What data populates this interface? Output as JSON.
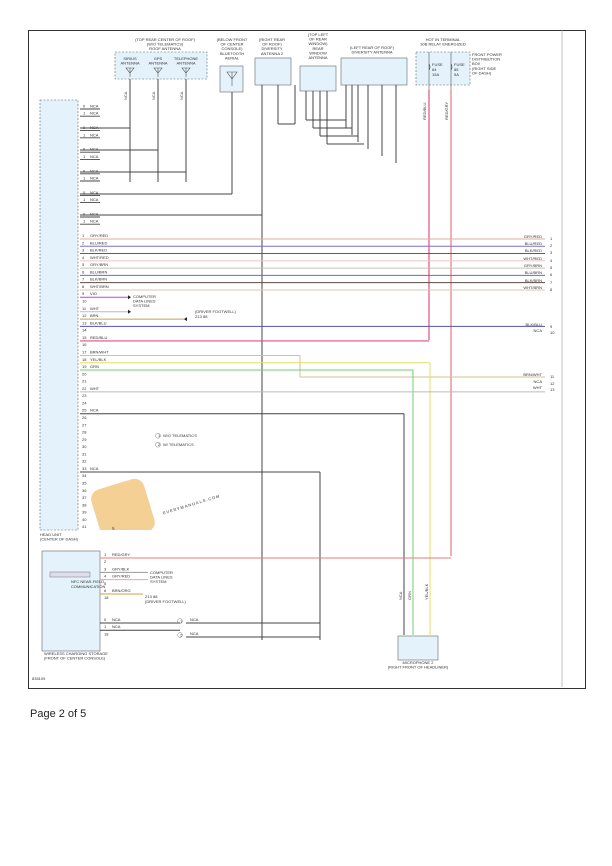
{
  "footer": {
    "page": "Page 2 of 5"
  },
  "figure_id": "835109",
  "watermark": "EVERYMANUALS.COM",
  "components": {
    "roof_antenna": {
      "title": [
        "(TOP REAR CENTER OF ROOF)",
        "(W/O TELEMATICS)",
        "ROOF ANTENNA"
      ],
      "parts": [
        "SIRIUS ANTENNA",
        "GPS ANTENNA",
        "TELEPHONE ANTENNA"
      ]
    },
    "bluetooth": [
      "(BELOW FRONT",
      "OF CENTER",
      "CONSOLE)",
      "BLUETOOTH",
      "AERIAL"
    ],
    "diversity2": [
      "(RIGHT REAR",
      "OF ROOF)",
      "DIVERSITY",
      "ANTENNA 2"
    ],
    "rear_window": [
      "(TOP LEFT",
      "OF REAR",
      "WINDOW)",
      "REAR",
      "WINDOW",
      "ANTENNA"
    ],
    "diversity_left": [
      "(LEFT REAR OF ROOF)",
      "DIVERSITY ANTENNA"
    ],
    "fuse_box": {
      "title": [
        "HOT IN TERMINAL",
        "30B RELAY ENERGIZED"
      ],
      "label": [
        "FRONT POWER",
        "DISTRIBUTION",
        "BOX",
        "(RIGHT SIDE",
        "OF DASH)"
      ],
      "fuses": [
        {
          "name": "FUSE",
          "num": "64",
          "amp": "15A"
        },
        {
          "name": "FUSE",
          "num": "85",
          "amp": "5A"
        }
      ],
      "wires": [
        "RED/BLU",
        "RED/GRY"
      ]
    },
    "head_unit": [
      "HEAD UNIT",
      "(CENTER OF DASH)"
    ],
    "nfc": "NFC NEAR-FIELD COMMUNICATION",
    "wireless": [
      "WIRELESS CHARGING STORAGE",
      "(FRONT OF CENTER CONSOLE)"
    ],
    "microphone": [
      "MICROPHONE 2",
      "(RIGHT FRONT OF HEADLINER)"
    ],
    "computer": [
      "COMPUTER",
      "DATA LINES",
      "SYSTEM"
    ],
    "ground": [
      "(DRIVER FOOTWELL)",
      "Z13 88"
    ],
    "ground2": [
      "Z13 88",
      "(DRIVER FOOTWELL)"
    ]
  },
  "legend": [
    {
      "num": "1",
      "text": "W/O TELEMATICS"
    },
    {
      "num": "2",
      "text": "W/ TELEMATICS"
    }
  ],
  "nca": "NCA",
  "head_unit_top_pins": [
    "0",
    "1",
    "",
    "0",
    "1",
    "",
    "0",
    "1",
    "",
    "0",
    "1",
    "",
    "0",
    "1",
    "",
    "0",
    "1"
  ],
  "head_unit_pins": [
    {
      "pin": "1",
      "wire": "GRY/RED",
      "color": "#e6a8a8",
      "to": "1"
    },
    {
      "pin": "2",
      "wire": "BLU/RED",
      "color": "#7b6fd6",
      "to": "2"
    },
    {
      "pin": "3",
      "wire": "BLK/RED",
      "color": "#8a4a4a",
      "to": "3"
    },
    {
      "pin": "4",
      "wire": "WHT/RED",
      "color": "#f0c4c4",
      "to": "4"
    },
    {
      "pin": "5",
      "wire": "GRY/BRN",
      "color": "#c9c0b8",
      "to": "5"
    },
    {
      "pin": "6",
      "wire": "BLU/BRN",
      "color": "#6d64d0",
      "to": "6"
    },
    {
      "pin": "7",
      "wire": "BLK/BRN",
      "color": "#5a4d45",
      "to": "7"
    },
    {
      "pin": "8",
      "wire": "WHT/BRN",
      "color": "#d6c8b8",
      "to": "8"
    },
    {
      "pin": "9",
      "wire": "VIO",
      "color": "#d43ad4",
      "to": "computer"
    },
    {
      "pin": "10",
      "wire": "",
      "color": "",
      "to": ""
    },
    {
      "pin": "11",
      "wire": "WHT",
      "color": "#bbbbbb",
      "to": "computer"
    },
    {
      "pin": "12",
      "wire": "BRN",
      "color": "#c8a050",
      "to": "ground"
    },
    {
      "pin": "13",
      "wire": "BLK/BLU",
      "color": "#5050c0",
      "to": "9"
    },
    {
      "pin": "14",
      "wire": "",
      "color": "",
      "to": ""
    },
    {
      "pin": "15",
      "wire": "RED/BLU",
      "color": "#e0507a",
      "to": "fuse"
    },
    {
      "pin": "16",
      "wire": "",
      "color": "",
      "to": ""
    },
    {
      "pin": "17",
      "wire": "BRN/WHT",
      "color": "#d6c090",
      "to": "11"
    },
    {
      "pin": "18",
      "wire": "YEL/BLK",
      "color": "#e0e060",
      "to": "mic"
    },
    {
      "pin": "19",
      "wire": "GRN",
      "color": "#70d070",
      "to": "mic"
    },
    {
      "pin": "20",
      "wire": "",
      "color": "",
      "to": ""
    },
    {
      "pin": "21",
      "wire": "",
      "color": "",
      "to": ""
    },
    {
      "pin": "22",
      "wire": "WHT",
      "color": "#bbbbbb",
      "to": "13"
    },
    {
      "pin": "23",
      "wire": "",
      "color": "",
      "to": ""
    },
    {
      "pin": "24",
      "wire": "",
      "color": "",
      "to": ""
    },
    {
      "pin": "25",
      "wire": "NCA",
      "color": "#444444",
      "to": "mic"
    },
    {
      "pin": "26",
      "wire": "",
      "color": "",
      "to": ""
    },
    {
      "pin": "27",
      "wire": "",
      "color": "",
      "to": ""
    },
    {
      "pin": "28",
      "wire": "",
      "color": "",
      "to": ""
    },
    {
      "pin": "29",
      "wire": "",
      "color": "",
      "to": ""
    },
    {
      "pin": "30",
      "wire": "",
      "color": "",
      "to": ""
    },
    {
      "pin": "31",
      "wire": "",
      "color": "",
      "to": ""
    },
    {
      "pin": "32",
      "wire": "",
      "color": "",
      "to": ""
    },
    {
      "pin": "33",
      "wire": "NCA",
      "color": "#444444",
      "to": "wireless"
    },
    {
      "pin": "34",
      "wire": "",
      "color": "",
      "to": ""
    },
    {
      "pin": "35",
      "wire": "",
      "color": "",
      "to": ""
    },
    {
      "pin": "36",
      "wire": "",
      "color": "",
      "to": ""
    },
    {
      "pin": "37",
      "wire": "",
      "color": "",
      "to": ""
    },
    {
      "pin": "38",
      "wire": "",
      "color": "",
      "to": ""
    },
    {
      "pin": "39",
      "wire": "",
      "color": "",
      "to": ""
    },
    {
      "pin": "40",
      "wire": "",
      "color": "",
      "to": ""
    },
    {
      "pin": "41",
      "wire": "",
      "color": "",
      "to": ""
    }
  ],
  "right_continuations": [
    {
      "num": "1",
      "wire": "GRY/RED"
    },
    {
      "num": "2",
      "wire": "BLU/RED"
    },
    {
      "num": "3",
      "wire": "BLK/RED"
    },
    {
      "num": "4",
      "wire": "WHT/RED"
    },
    {
      "num": "5",
      "wire": "GRY/BRN"
    },
    {
      "num": "6",
      "wire": "BLU/BRN"
    },
    {
      "num": "7",
      "wire": "BLK/BRN"
    },
    {
      "num": "8",
      "wire": "WHT/BRN"
    },
    {
      "num": "9",
      "wire": "BLK/BLU"
    },
    {
      "num": "10",
      "wire": "NCA"
    },
    {
      "num": "11",
      "wire": "BRN/WHT"
    },
    {
      "num": "12",
      "wire": "NCA"
    },
    {
      "num": "13",
      "wire": "WHT"
    }
  ],
  "nfc_pins": [
    {
      "pin": "1",
      "wire": "RED/GRY",
      "color": "#e87a7a"
    },
    {
      "pin": "2",
      "wire": "",
      "color": ""
    },
    {
      "pin": "3",
      "wire": "GRY/BLK",
      "color": "#999999"
    },
    {
      "pin": "4",
      "wire": "GRY/RED",
      "color": "#e6a8a8"
    },
    {
      "pin": "5",
      "wire": "",
      "color": ""
    },
    {
      "pin": "6",
      "wire": "BRN/ORG",
      "color": "#d0a040"
    },
    {
      "pin": "18",
      "wire": "",
      "color": ""
    }
  ],
  "wireless_pins": [
    {
      "pin": "0",
      "wire": "NCA"
    },
    {
      "pin": "1",
      "wire": "NCA"
    },
    {
      "pin": "18",
      "wire": ""
    }
  ],
  "mic_wires": [
    "NCA",
    "GRN",
    "YEL/BLK"
  ]
}
